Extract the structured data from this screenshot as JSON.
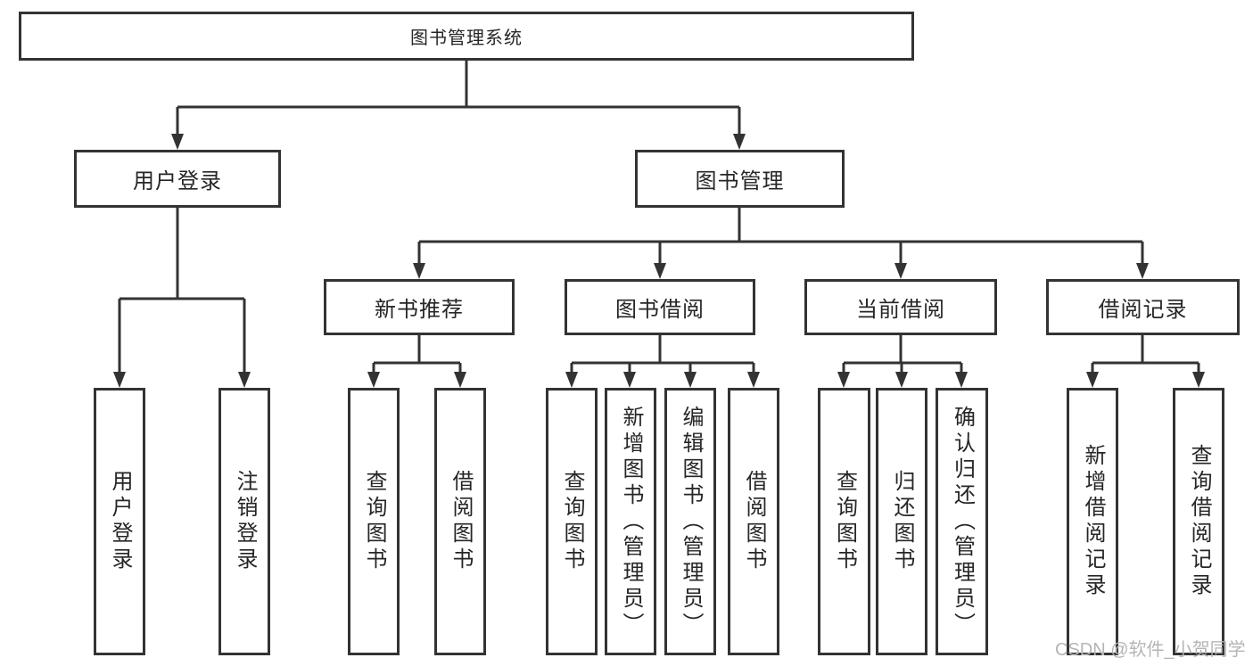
{
  "tree": {
    "root": {
      "label": "图书管理系统"
    },
    "level1": [
      {
        "label": "用户登录",
        "children": [
          {
            "label": "用户登录"
          },
          {
            "label": "注销登录"
          }
        ]
      },
      {
        "label": "图书管理",
        "children": [
          {
            "label": "新书推荐",
            "children": [
              {
                "label": "查询图书"
              },
              {
                "label": "借阅图书"
              }
            ]
          },
          {
            "label": "图书借阅",
            "children": [
              {
                "label": "查询图书"
              },
              {
                "label": "新增图书（管理员）"
              },
              {
                "label": "编辑图书（管理员）"
              },
              {
                "label": "借阅图书"
              }
            ]
          },
          {
            "label": "当前借阅",
            "children": [
              {
                "label": "查询图书"
              },
              {
                "label": "归还图书"
              },
              {
                "label": "确认归还（管理员）"
              }
            ]
          },
          {
            "label": "借阅记录",
            "children": [
              {
                "label": "新增借阅记录"
              },
              {
                "label": "查询借阅记录"
              }
            ]
          }
        ]
      }
    ]
  },
  "watermark": {
    "text": "CSDN @软件_小贺同学"
  },
  "colors": {
    "line": "#333333",
    "box_background": "#ffffff",
    "text": "#262626",
    "watermark": "#b5b5b5"
  }
}
